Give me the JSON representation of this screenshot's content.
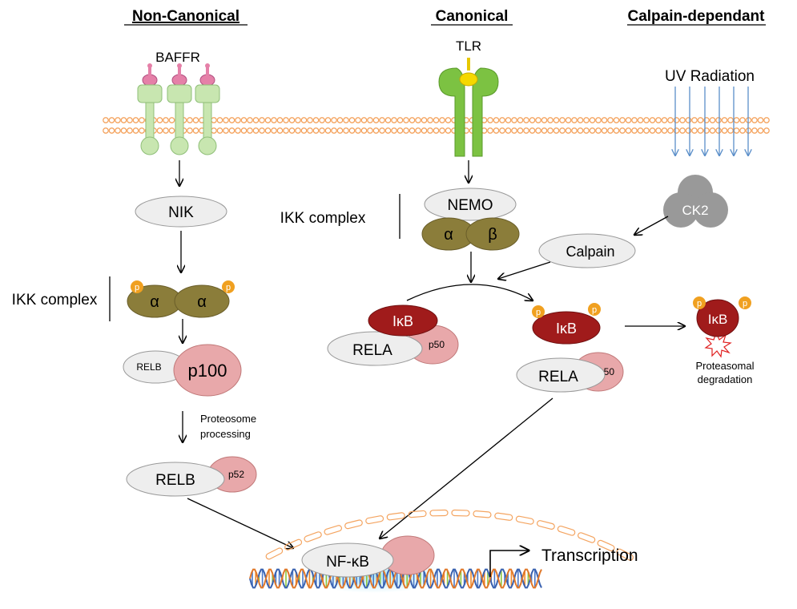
{
  "headers": {
    "non_canonical": "Non-Canonical",
    "canonical": "Canonical",
    "calpain": "Calpain-dependant"
  },
  "receptors": {
    "baffr": "BAFFR",
    "tlr": "TLR",
    "uv": "UV Radiation"
  },
  "non_canonical": {
    "nik": "NIK",
    "ikk_label": "IKK complex",
    "alpha1": "α",
    "alpha2": "α",
    "relb_small": "RELB",
    "p100": "p100",
    "processing_line1": "Proteosome",
    "processing_line2": "processing",
    "relb": "RELB",
    "p52": "p52"
  },
  "canonical": {
    "nemo": "NEMO",
    "alpha": "α",
    "beta": "β",
    "ikk_label": "IKK complex",
    "ikb": "IκB",
    "rela": "RELA",
    "p50": "p50",
    "ikb_p": "IκB",
    "rela2": "RELA",
    "p50_2": "p50"
  },
  "calpain": {
    "ck2": "CK2",
    "calpain": "Calpain",
    "ikb_deg": "IκB",
    "deg_line1": "Proteasomal",
    "deg_line2": "degradation"
  },
  "phospho": "p",
  "nucleus": {
    "nfkb": "NF-κB",
    "transcription": "Transcription"
  },
  "colors": {
    "membrane": "#f4a460",
    "receptor_green_light": "#c8e6b0",
    "tlr_green": "#7cc242",
    "ikk_olive": "#8b7d3a",
    "ikb_red": "#a01b1b",
    "pink": "#e8a8aa",
    "phospho_orange": "#f0a020",
    "grey_oval": "#eeeeee",
    "ck2_grey": "#999999",
    "uv_blue": "#5b8fc9"
  }
}
